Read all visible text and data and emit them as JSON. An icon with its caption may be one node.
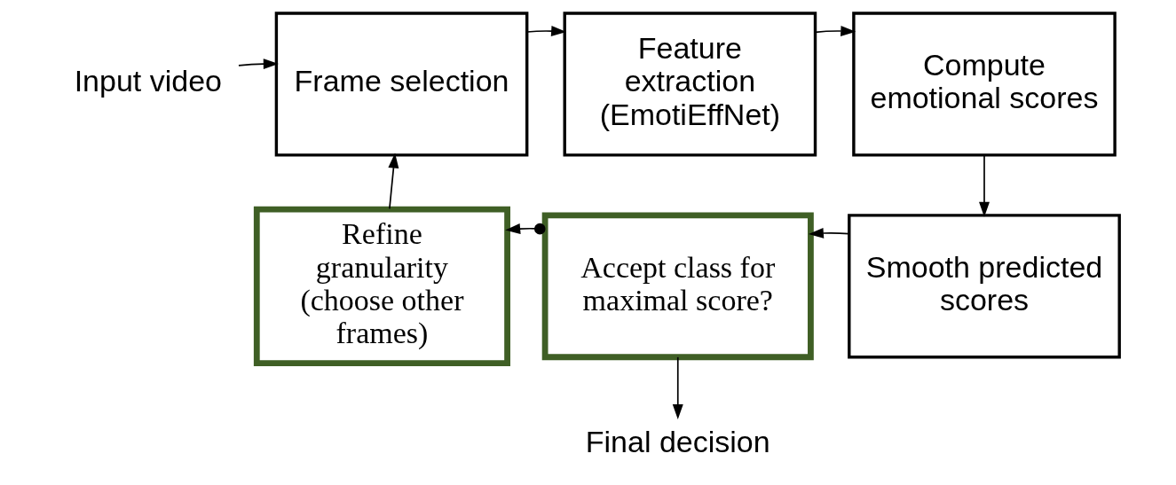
{
  "diagram": {
    "nodes": [
      {
        "text": [
          "Input video"
        ]
      },
      {
        "text": [
          "Frame selection"
        ]
      },
      {
        "text": [
          "Feature extraction (EmotiEffNet)"
        ]
      },
      {
        "text": [
          "Compute emotional scores"
        ]
      },
      {
        "text": [
          "Smooth predicted scores"
        ]
      },
      {
        "text": [
          "Accept class for maximal score?"
        ]
      },
      {
        "text": [
          "Refine granularity (choose other frames)"
        ]
      },
      {
        "text": [
          "Final decision"
        ]
      }
    ],
    "edges": [
      {
        "from": 0,
        "to": 1,
        "arrow": "to"
      },
      {
        "from": 1,
        "to": 2,
        "arrow": "to"
      },
      {
        "from": 2,
        "to": 3,
        "arrow": "to"
      },
      {
        "from": 3,
        "to": 4,
        "arrow": "to"
      },
      {
        "from": 4,
        "to": 5,
        "arrow": "to"
      },
      {
        "from": 5,
        "to": 6,
        "arrow": "to"
      },
      {
        "from": 6,
        "to": 1,
        "arrow": "to"
      },
      {
        "from": 5,
        "to": 7,
        "arrow": "to"
      }
    ]
  }
}
